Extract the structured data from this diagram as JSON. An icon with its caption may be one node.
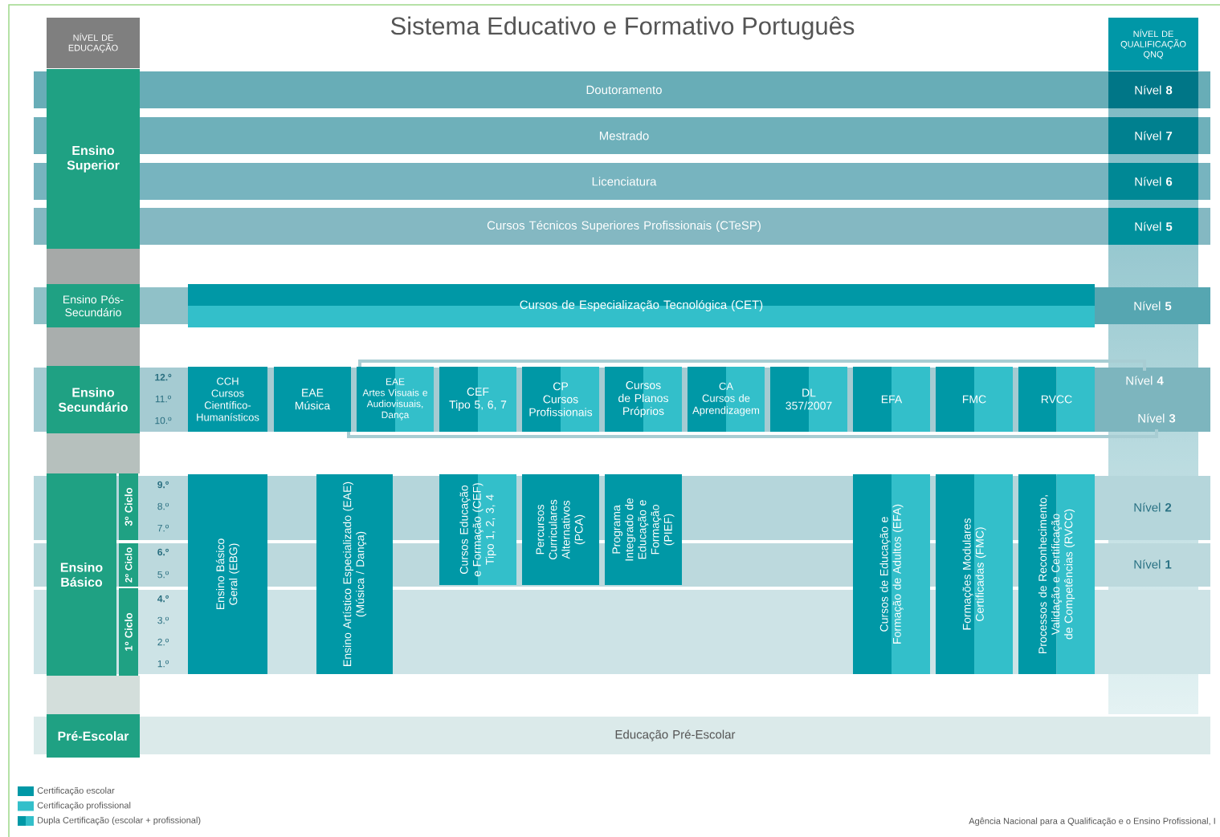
{
  "diagram": {
    "title": "Sistema Educativo e Formativo Português",
    "nodes": [
      {
        "text": [
          "NÍVEL DE EDUCAÇÃO"
        ]
      },
      {
        "text": [
          "NÍVEL DE QUALIFICAÇÃO QNQ"
        ]
      },
      {
        "text": [
          "Ensino Superior"
        ]
      },
      {
        "text": [
          "Doutoramento"
        ]
      },
      {
        "text": [
          "Nível **8**"
        ]
      },
      {
        "text": [
          "Mestrado"
        ]
      },
      {
        "text": [
          "Nível **7**"
        ]
      },
      {
        "text": [
          "Licenciatura"
        ]
      },
      {
        "text": [
          "Nível **6**"
        ]
      },
      {
        "text": [
          "Cursos Técnicos Superiores Profissionais (CTeSP)"
        ]
      },
      {
        "text": [
          "Nível **5**"
        ]
      },
      {
        "text": [
          "Ensino Pós-Secundário"
        ]
      },
      {
        "text": [
          "Cursos de Especialização Tecnológica (CET)"
        ]
      },
      {
        "text": [
          "Nível **5**"
        ]
      },
      {
        "text": [
          "Ensino Secundário"
        ]
      },
      {
        "text": [
          "CCH",
          "Cursos Científico-Humanísticos"
        ]
      },
      {
        "text": [
          "EAE",
          "Música"
        ]
      },
      {
        "text": [
          "EAE",
          "Artes Visuais e Audiovisuais, Dança"
        ]
      },
      {
        "text": [
          "CEF",
          "Tipo 5, 6, 7"
        ]
      },
      {
        "text": [
          "CP",
          "Cursos Profissionais"
        ]
      },
      {
        "text": [
          "Cursos de Planos Próprios"
        ]
      },
      {
        "text": [
          "CA",
          "Cursos de Aprendizagem"
        ]
      },
      {
        "text": [
          "DL 357/2007"
        ]
      },
      {
        "text": [
          "EFA"
        ]
      },
      {
        "text": [
          "FMC"
        ]
      },
      {
        "text": [
          "RVCC"
        ]
      },
      {
        "text": [
          "Nível **4**"
        ]
      },
      {
        "text": [
          "Nível **3**"
        ]
      },
      {
        "text": [
          "Ensino Básico"
        ]
      },
      {
        "text": [
          "3º Ciclo"
        ]
      },
      {
        "text": [
          "2º Ciclo"
        ]
      },
      {
        "text": [
          "1º Ciclo"
        ]
      },
      {
        "text": [
          "Ensino Básico Geral (EBG)"
        ]
      },
      {
        "text": [
          "Ensino Artístico Especializado (EAE)",
          "(Música / Dança)"
        ]
      },
      {
        "text": [
          "Cursos Educação e Formação (CEF)",
          "Tipo 1, 2, 3, 4"
        ]
      },
      {
        "text": [
          "Percursos Curriculares Alternativos (PCA)"
        ]
      },
      {
        "text": [
          "Programa Integrado de Educação e Formação (PIEF)"
        ]
      },
      {
        "text": [
          "Cursos de Educação e Formação de Adultos (EFA)"
        ]
      },
      {
        "text": [
          "Formações Modulares Certificadas (FMC)"
        ]
      },
      {
        "text": [
          "Processos de Reconhecimento, Validação e Certificação de Competências (RVCC)"
        ]
      },
      {
        "text": [
          "Nível **2**"
        ]
      },
      {
        "text": [
          "Nível **1**"
        ]
      },
      {
        "text": [
          "Pré-Escolar"
        ]
      },
      {
        "text": [
          "Educação Pré-Escolar"
        ]
      },
      {
        "text": [],
        "shape": "box"
      },
      {
        "text": [],
        "shape": "box"
      },
      {
        "text": [],
        "shape": "box"
      },
      {
        "text": [],
        "shape": "box"
      }
    ],
    "labels": [
      "12.º",
      "11.º",
      "10.º",
      "9.º",
      "8.º",
      "7.º",
      "6.º",
      "5.º",
      "4.º",
      "3.º",
      "2.º",
      "1.º",
      "Agência Nacional para a Qualificação e o Ensino Profissional, I"
    ],
    "legend": [
      {
        "text": "Certificação escolar",
        "color": "#0098a6"
      },
      {
        "text": "Certificação profissional",
        "color": "#33bfca"
      },
      {
        "text": "Dupla Certificação (escolar + profissional)"
      }
    ]
  }
}
